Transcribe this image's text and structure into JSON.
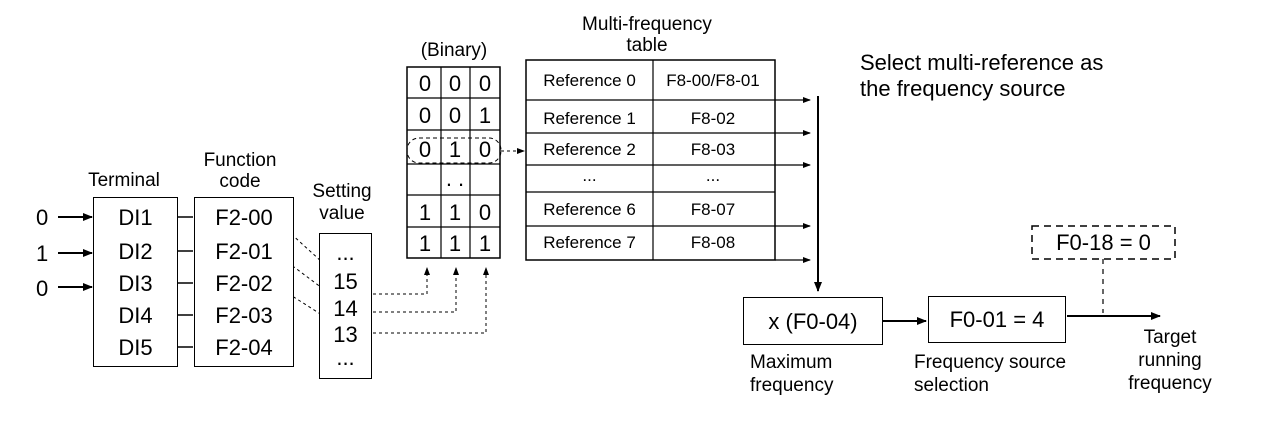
{
  "title_note": [
    "Select multi-reference as",
    "the frequency source"
  ],
  "terminal_header": "Terminal",
  "function_header": [
    "Function",
    "code"
  ],
  "setting_header": [
    "Setting",
    "value"
  ],
  "binary_header": "(Binary)",
  "table_header": [
    "Multi-frequency",
    "table"
  ],
  "inputs": [
    "0",
    "1",
    "0"
  ],
  "terminals": [
    "DI1",
    "DI2",
    "DI3",
    "DI4",
    "DI5"
  ],
  "function_codes": [
    "F2-00",
    "F2-01",
    "F2-02",
    "F2-03",
    "F2-04"
  ],
  "setting_values": [
    "...",
    "15",
    "14",
    "13",
    "..."
  ],
  "binary_rows": [
    [
      "0",
      "0",
      "0"
    ],
    [
      "0",
      "0",
      "1"
    ],
    [
      "0",
      "1",
      "0"
    ],
    [
      "",
      ". .",
      ""
    ],
    [
      "1",
      "1",
      "0"
    ],
    [
      "1",
      "1",
      "1"
    ]
  ],
  "references": [
    {
      "name": "Reference 0",
      "code": "F8-00/F8-01"
    },
    {
      "name": "Reference 1",
      "code": "F8-02"
    },
    {
      "name": "Reference 2",
      "code": "F8-03"
    },
    {
      "name": "...",
      "code": "..."
    },
    {
      "name": "Reference 6",
      "code": "F8-07"
    },
    {
      "name": "Reference 7",
      "code": "F8-08"
    }
  ],
  "multiplier_box": "x (F0-04)",
  "multiplier_caption": [
    "Maximum",
    "frequency"
  ],
  "source_box": "F0-01 = 4",
  "source_caption": [
    "Frequency source",
    "selection"
  ],
  "dashed_box": "F0-18 = 0",
  "output_caption": [
    "Target",
    "running",
    "frequency"
  ]
}
